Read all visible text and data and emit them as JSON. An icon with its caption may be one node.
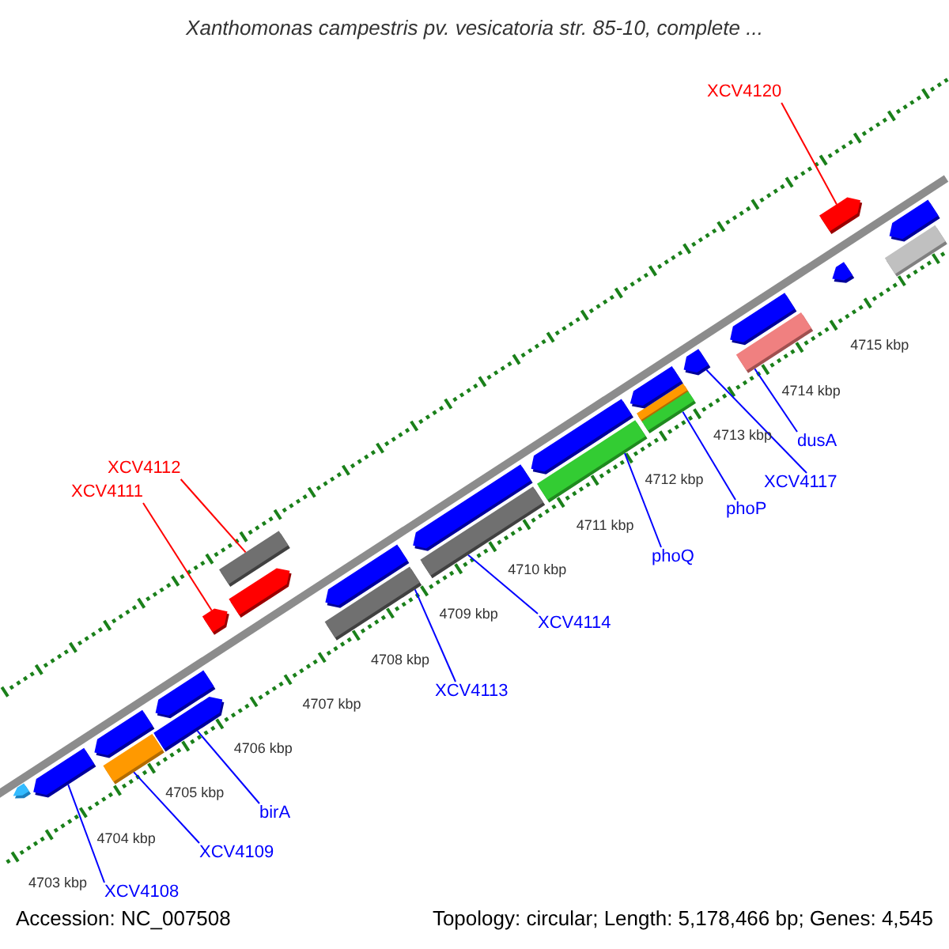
{
  "diagram": {
    "title": "Xanthomonas campestris pv. vesicatoria str. 85-10, complete ...",
    "nodes": [
      {
        "text": [
          "XCV4120"
        ]
      },
      {
        "text": [
          "XCV4112"
        ]
      },
      {
        "text": [
          "XCV4111"
        ]
      },
      {
        "text": [
          "dusA"
        ]
      },
      {
        "text": [
          "XCV4117"
        ]
      },
      {
        "text": [
          "phoP"
        ]
      },
      {
        "text": [
          "phoQ"
        ]
      },
      {
        "text": [
          "XCV4114"
        ]
      },
      {
        "text": [
          "XCV4113"
        ]
      },
      {
        "text": [
          "birA"
        ]
      },
      {
        "text": [
          "XCV4109"
        ]
      },
      {
        "text": [
          "XCV4108"
        ]
      },
      {
        "text": [],
        "shape": "bar"
      },
      {
        "text": [],
        "shape": "bar"
      },
      {
        "text": [],
        "shape": "bar"
      },
      {
        "text": [],
        "shape": "bar"
      },
      {
        "text": [],
        "shape": "bar"
      },
      {
        "text": [],
        "shape": "bar"
      },
      {
        "text": [],
        "shape": "bar"
      },
      {
        "text": [],
        "shape": "bar"
      },
      {
        "text": [],
        "shape": "bar"
      },
      {
        "text": [],
        "shape": "bar"
      },
      {
        "text": [],
        "shape": "bar"
      },
      {
        "text": [],
        "shape": "bar"
      },
      {
        "text": [],
        "shape": "bar"
      },
      {
        "text": [],
        "shape": "bar"
      },
      {
        "text": [],
        "shape": "bar"
      },
      {
        "text": [],
        "shape": "bar"
      },
      {
        "text": [],
        "shape": "bar"
      },
      {
        "text": [],
        "shape": "bar"
      },
      {
        "text": [],
        "shape": "bar"
      },
      {
        "text": [],
        "shape": "bar"
      },
      {
        "text": [],
        "shape": "bar"
      },
      {
        "text": [],
        "shape": "bar"
      },
      {
        "text": [],
        "shape": "bar"
      },
      {
        "text": [],
        "shape": "bar"
      },
      {
        "text": [],
        "shape": "bar"
      }
    ],
    "edges": [
      {
        "from": 0,
        "to": 34,
        "arrow": "none",
        "color": "#ff0000"
      },
      {
        "from": 1,
        "to": 20,
        "arrow": "none",
        "color": "#ff0000"
      },
      {
        "from": 2,
        "to": 18,
        "arrow": "none",
        "color": "#ff0000"
      },
      {
        "from": 3,
        "to": 31,
        "arrow": "none"
      },
      {
        "from": 4,
        "to": 30,
        "arrow": "none"
      },
      {
        "from": 5,
        "to": 28,
        "arrow": "none"
      },
      {
        "from": 6,
        "to": 25,
        "arrow": "none"
      },
      {
        "from": 7,
        "to": 23,
        "arrow": "none"
      },
      {
        "from": 8,
        "to": 21,
        "arrow": "none"
      },
      {
        "from": 9,
        "to": 16,
        "arrow": "none"
      },
      {
        "from": 10,
        "to": 14,
        "arrow": "none"
      },
      {
        "from": 11,
        "to": 13,
        "arrow": "none"
      }
    ],
    "labels": [
      "4703 kbp",
      "4704 kbp",
      "4705 kbp",
      "4706 kbp",
      "4707 kbp",
      "4708 kbp",
      "4709 kbp",
      "4710 kbp",
      "4711 kbp",
      "4712 kbp",
      "4713 kbp",
      "4714 kbp",
      "4715 kbp",
      "Accession: NC_007508",
      "Topology: circular; Length: 5,178,466 bp; Genes: 4,545"
    ]
  }
}
